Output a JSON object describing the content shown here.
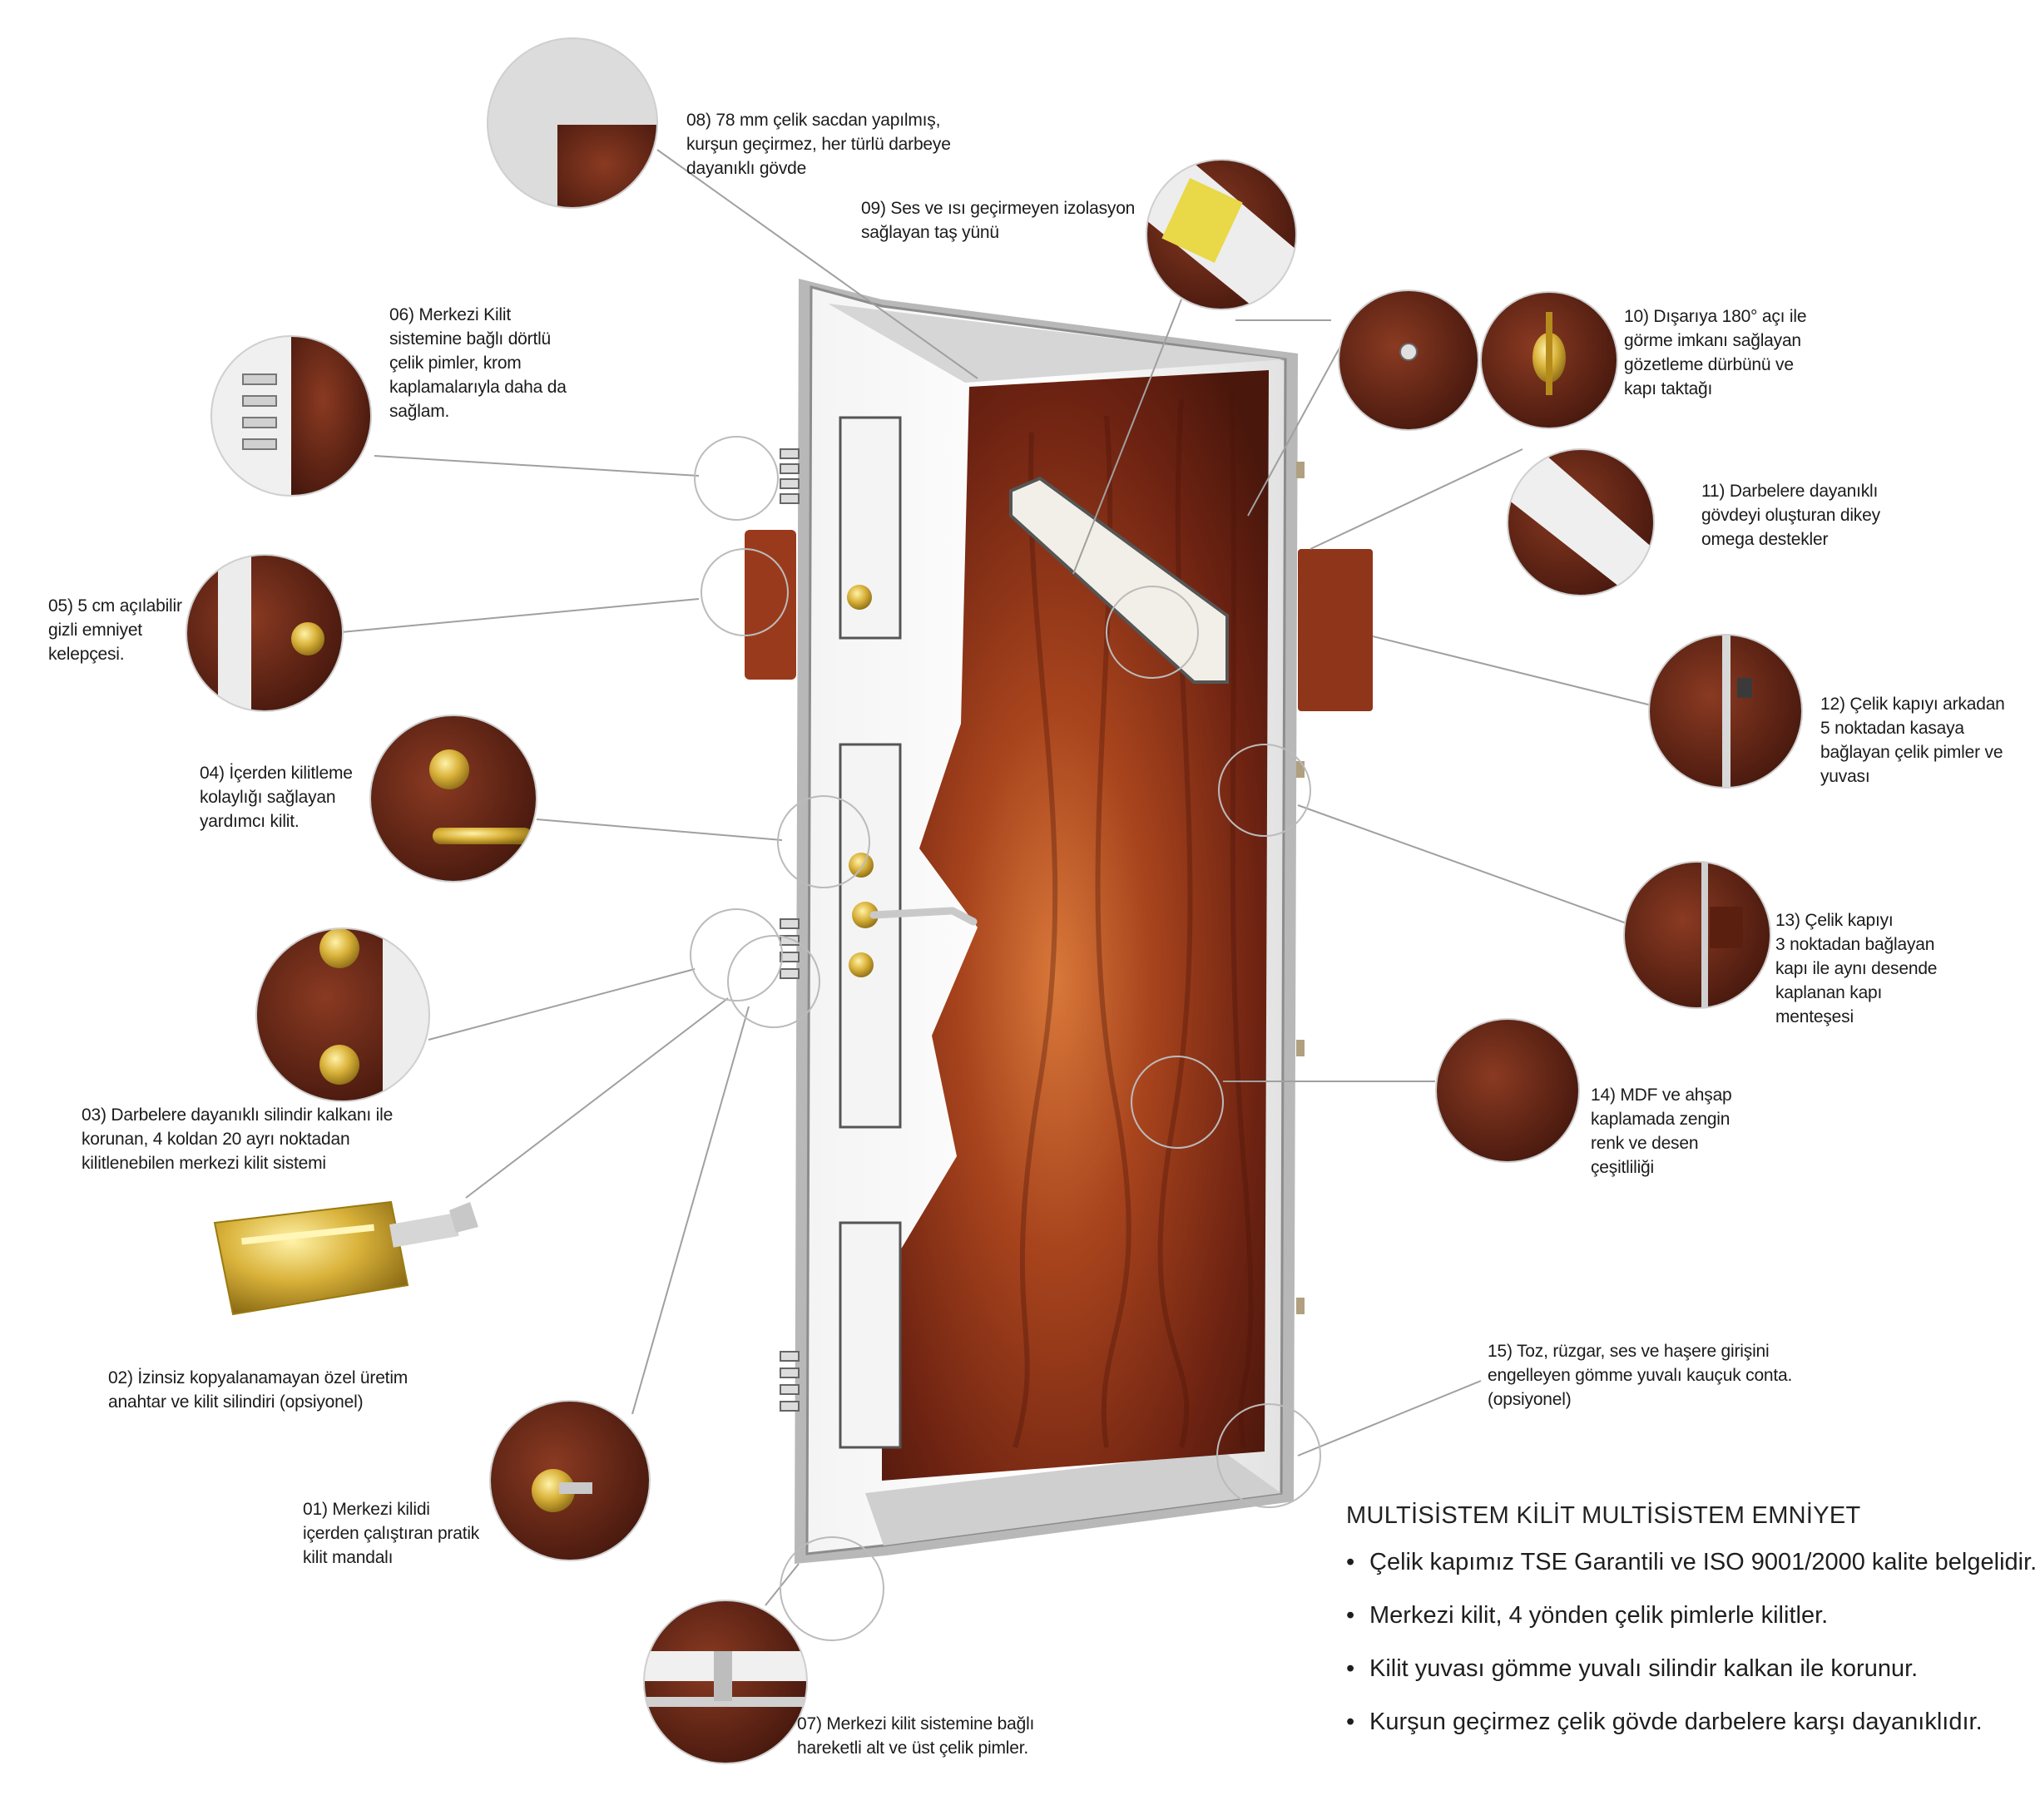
{
  "callouts": [
    {
      "id": "08",
      "text": "08) 78 mm çelik sacdan yapılmış,\nkurşun geçirmez, her türlü darbeye\ndayanıklı gövde"
    },
    {
      "id": "09",
      "text": "09) Ses ve ısı geçirmeyen izolasyon\nsağlayan taş yünü"
    },
    {
      "id": "06",
      "text": "06) Merkezi Kilit\nsistemine bağlı dörtlü\nçelik pimler, krom\nkaplamalarıyla daha da\nsağlam."
    },
    {
      "id": "10",
      "text": "10) Dışarıya 180° açı ile\ngörme imkanı sağlayan\ngözetleme dürbünü ve\nkapı taktağı"
    },
    {
      "id": "11",
      "text": "11) Darbelere dayanıklı\ngövdeyi oluşturan dikey\nomega destekler"
    },
    {
      "id": "05",
      "text": "05) 5 cm açılabilir\ngizli emniyet\nkelepçesi."
    },
    {
      "id": "12",
      "text": "12) Çelik kapıyı arkadan\n5 noktadan kasaya\nbağlayan çelik pimler ve\nyuvası"
    },
    {
      "id": "04",
      "text": "04) İçerden kilitleme\nkolaylığı sağlayan\nyardımcı kilit."
    },
    {
      "id": "13",
      "text": "13) Çelik kapıyı\n3 noktadan bağlayan\nkapı ile aynı desende\nkaplanan kapı\nmenteşesi"
    },
    {
      "id": "14",
      "text": "14) MDF ve ahşap\nkaplamada zengin\nrenk ve desen\nçeşitliliği"
    },
    {
      "id": "03",
      "text": "03) Darbelere dayanıklı silindir kalkanı ile\nkorunan, 4 koldan 20 ayrı noktadan\nkilitlenebilen merkezi kilit sistemi"
    },
    {
      "id": "02",
      "text": "02) İzinsiz kopyalanamayan özel üretim\nanahtar ve kilit silindiri (opsiyonel)"
    },
    {
      "id": "15",
      "text": "15) Toz, rüzgar, ses ve haşere girişini\nengelleyen gömme yuvalı kauçuk conta.\n(opsiyonel)"
    },
    {
      "id": "01",
      "text": "01) Merkezi kilidi\niçerden çalıştıran pratik\nkilit mandalı"
    },
    {
      "id": "07",
      "text": "07) Merkezi kilit sistemine bağlı\nhareketli alt ve üst çelik pimler."
    }
  ],
  "summary": {
    "heading": "MULTİSİSTEM KİLİT MULTİSİSTEM EMNİYET",
    "bullet_symbol": "•",
    "bullets": [
      "Çelik kapımız TSE Garantili ve ISO 9001/2000 kalite belgelidir.",
      "Merkezi kilit, 4 yönden çelik pimlerle kilitler.",
      "Kilit yuvası gömme yuvalı silindir kalkan ile korunur.",
      "Kurşun geçirmez çelik gövde darbelere karşı dayanıklıdır."
    ]
  },
  "colors": {
    "wood_dark": "#5a1c10",
    "wood_mid": "#8a3318",
    "wood_light": "#c4642e",
    "steel": "#e8e8e8",
    "brass": "#d9b23a",
    "leader_line": "#9a9a9a"
  }
}
